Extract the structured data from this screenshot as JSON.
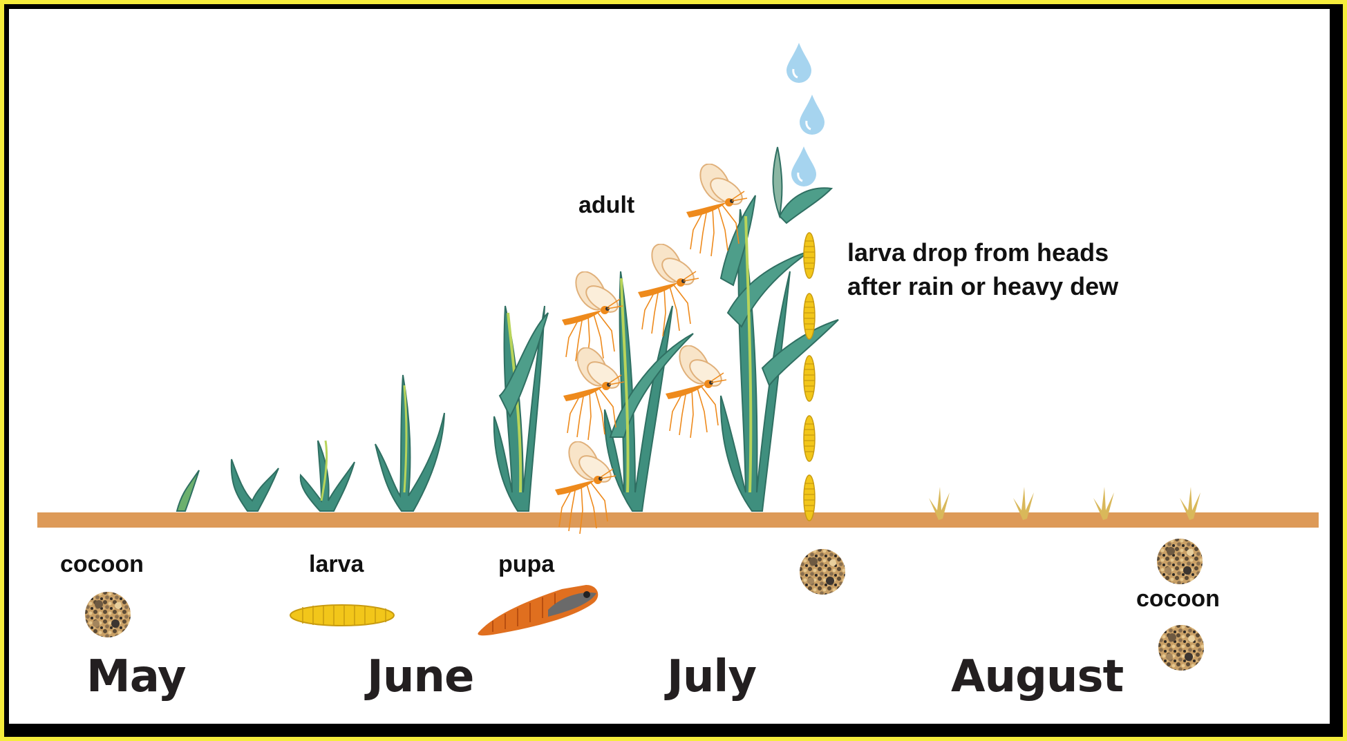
{
  "labels": {
    "cocoon_may": "cocoon",
    "larva": "larva",
    "pupa": "pupa",
    "adult": "adult",
    "note_line1": "larva drop from heads",
    "note_line2": "after rain or heavy dew",
    "cocoon_august": "cocoon"
  },
  "months": [
    "May",
    "June",
    "July",
    "August"
  ],
  "icons": {
    "cocoon": "cocoon-icon",
    "larva": "larva-icon",
    "pupa": "pupa-icon",
    "midge": "midge-icon",
    "raindrop": "raindrop-icon",
    "plant": "wheat-plant-icon",
    "stubble": "stubble-icon"
  },
  "colors": {
    "frame_outer": "#f5ec3c",
    "frame_inner": "#000000",
    "ground": "#dd9a58",
    "leaf": "#3f8f7e",
    "leaf_light": "#b8d45a",
    "larva": "#f2c61a",
    "midge": "#ee8a1c",
    "raindrop": "#a6d4ef",
    "stubble": "#d9b85a",
    "text": "#231f20"
  }
}
